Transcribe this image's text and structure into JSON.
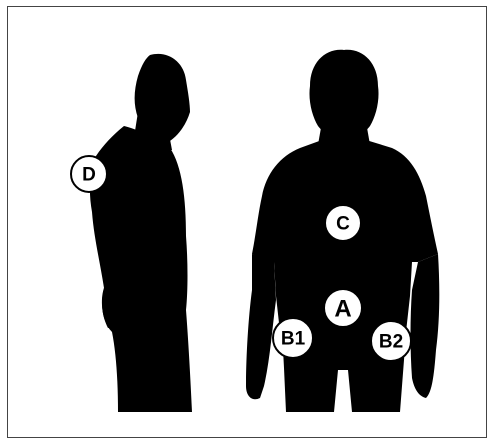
{
  "colors": {
    "silhouette": "#000000",
    "marker_fill": "#ffffff",
    "marker_stroke": "#000000",
    "frame_border": "#444444",
    "background": "#ffffff"
  },
  "figures": [
    {
      "view": "side"
    },
    {
      "view": "front"
    }
  ],
  "markers": [
    {
      "id": "D",
      "label": "D"
    },
    {
      "id": "C",
      "label": "C"
    },
    {
      "id": "A",
      "label": "A"
    },
    {
      "id": "B1",
      "label": "B1"
    },
    {
      "id": "B2",
      "label": "B2"
    }
  ]
}
